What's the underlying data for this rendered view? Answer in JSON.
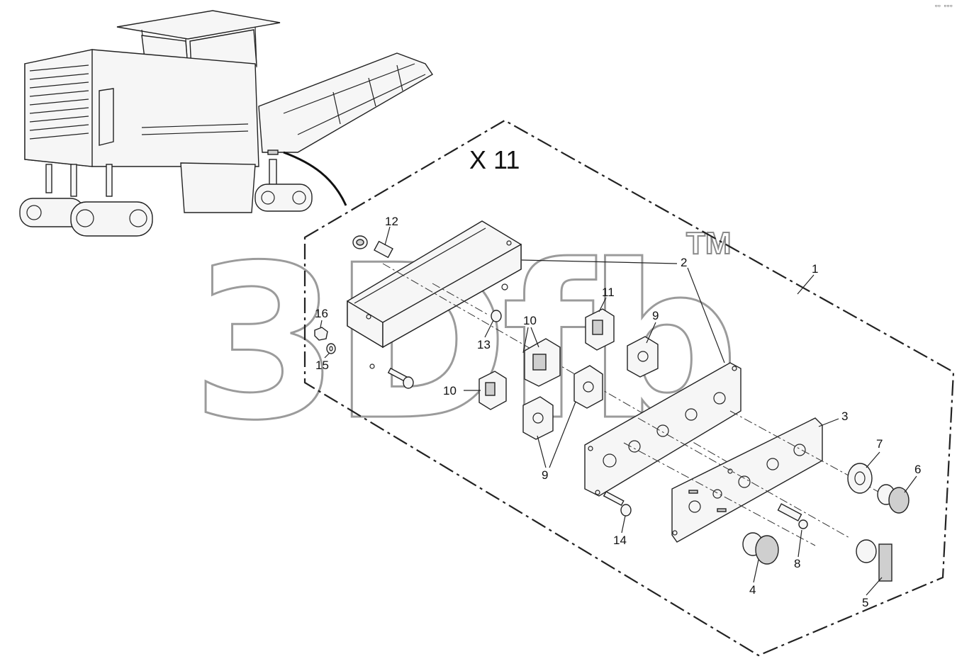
{
  "diagram": {
    "assembly_label": "X 11",
    "watermark": {
      "text": "3Dfb",
      "trademark": "TM"
    },
    "corner_mark": "▫▫ ▫▫▫",
    "callouts": [
      {
        "id": "c1",
        "text": "1"
      },
      {
        "id": "c2",
        "text": "2"
      },
      {
        "id": "c3",
        "text": "3"
      },
      {
        "id": "c4",
        "text": "4"
      },
      {
        "id": "c5",
        "text": "5"
      },
      {
        "id": "c6",
        "text": "6"
      },
      {
        "id": "c7",
        "text": "7"
      },
      {
        "id": "c8",
        "text": "8"
      },
      {
        "id": "c9a",
        "text": "9"
      },
      {
        "id": "c9b",
        "text": "9"
      },
      {
        "id": "c10a",
        "text": "10"
      },
      {
        "id": "c10b",
        "text": "10"
      },
      {
        "id": "c11",
        "text": "11"
      },
      {
        "id": "c12",
        "text": "12"
      },
      {
        "id": "c13",
        "text": "13"
      },
      {
        "id": "c14",
        "text": "14"
      },
      {
        "id": "c15",
        "text": "15"
      },
      {
        "id": "c16",
        "text": "16"
      }
    ]
  }
}
